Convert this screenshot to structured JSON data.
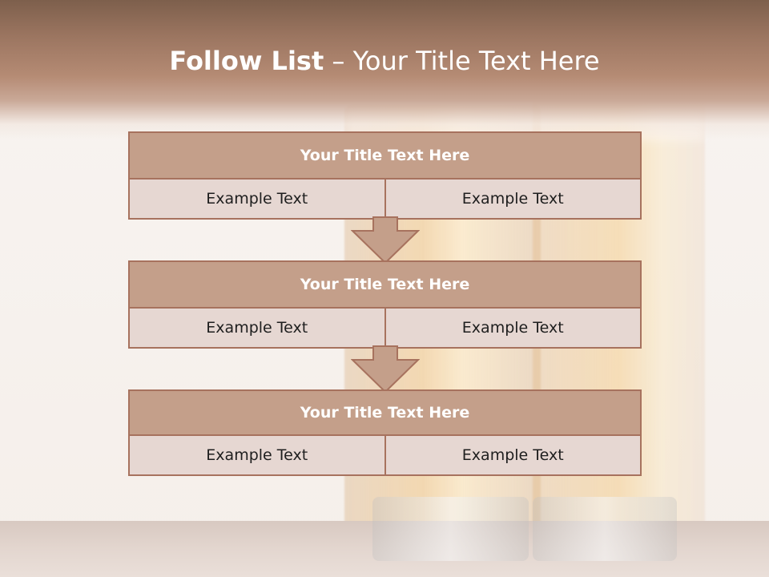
{
  "slide": {
    "title_bold": "Follow List",
    "title_rest": " – Your Title Text Here"
  },
  "blocks": [
    {
      "title": "Your Title Text Here",
      "cells": [
        "Example Text",
        "Example Text"
      ]
    },
    {
      "title": "Your Title Text Here",
      "cells": [
        "Example Text",
        "Example Text"
      ]
    },
    {
      "title": "Your Title Text Here",
      "cells": [
        "Example Text",
        "Example Text"
      ]
    }
  ],
  "colors": {
    "header": "#c49f8a",
    "cell": "#e6d7d2",
    "border": "#a7725e",
    "arrow": "#c49f8a"
  }
}
